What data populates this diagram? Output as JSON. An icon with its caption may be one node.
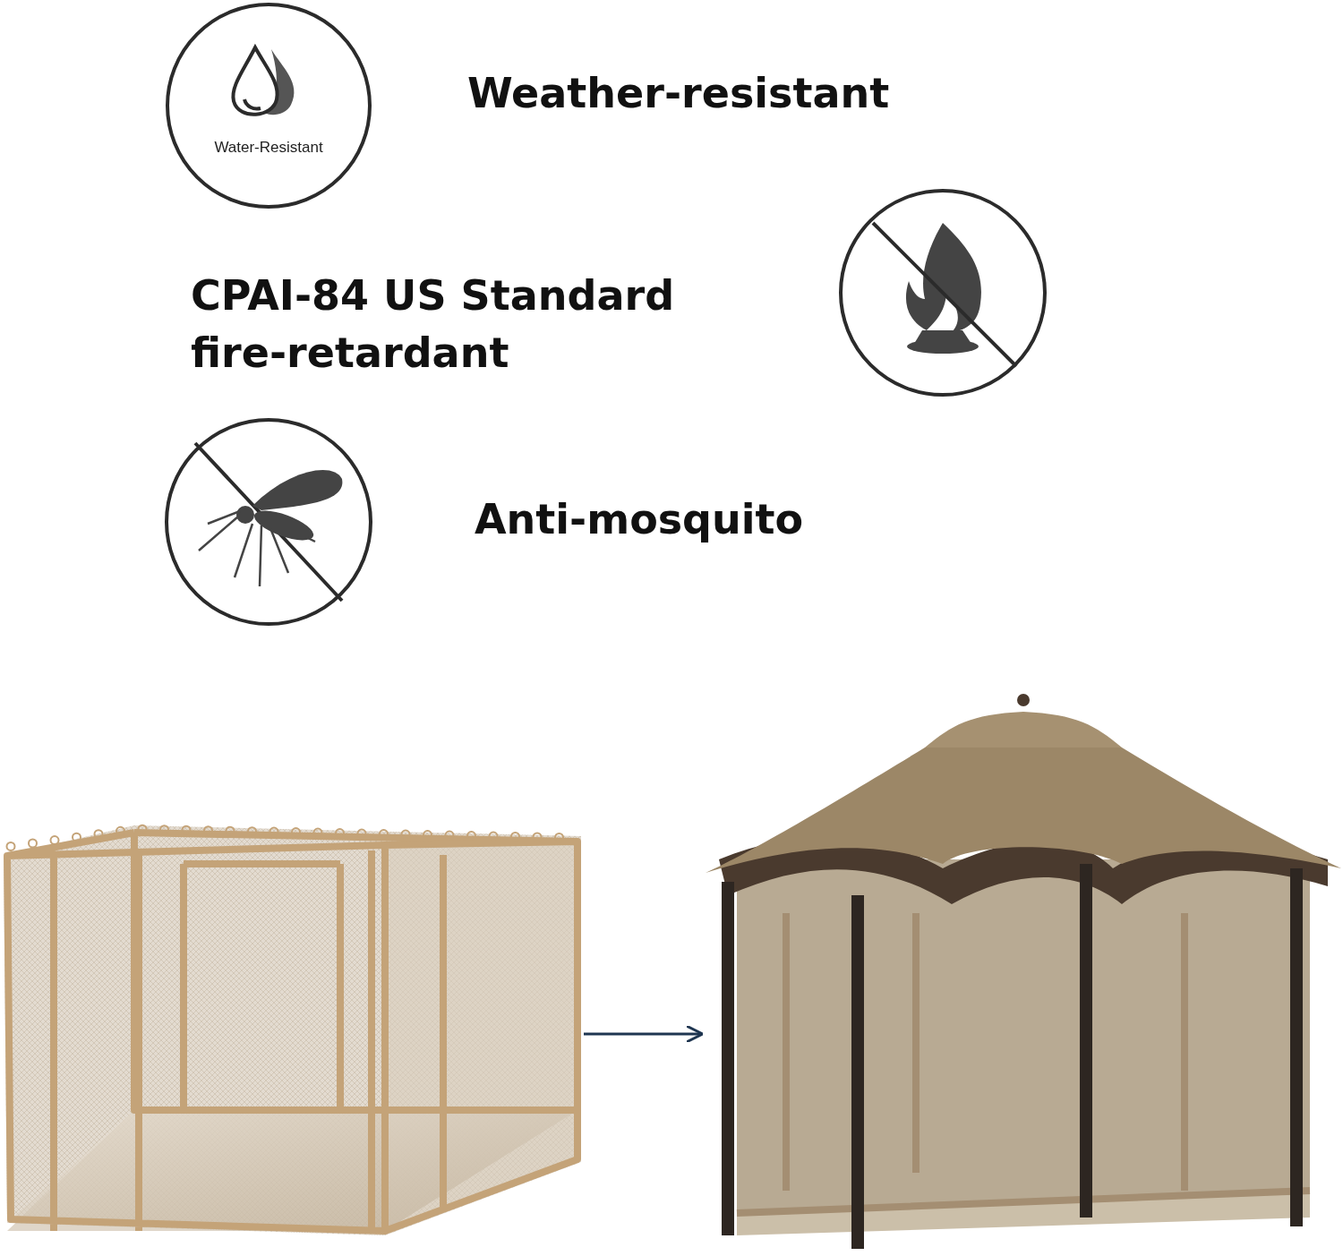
{
  "diagram": {
    "nodes": [
      {
        "text": [
          "Water-Resistant"
        ]
      },
      {
        "text": [],
        "shape": "picture"
      },
      {
        "text": [],
        "shape": "picture"
      }
    ],
    "edges": [
      {
        "from": 1,
        "to": 2,
        "arrow": "to"
      }
    ],
    "labels": [
      "Weather-resistant",
      "CPAI-84 US Standard fire-retardant",
      "Anti-mosquito"
    ]
  }
}
